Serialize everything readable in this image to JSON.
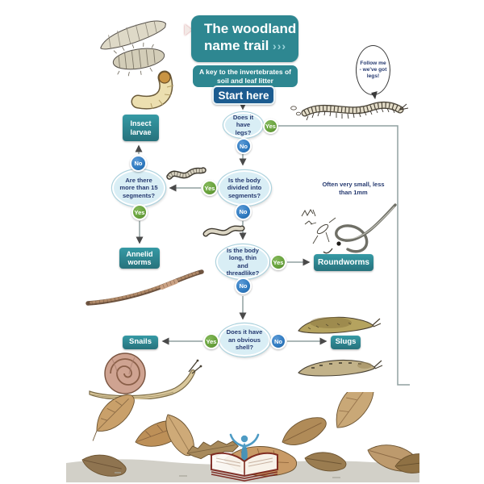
{
  "header": {
    "title_line1": "The woodland",
    "title_line2": "name trail",
    "chevrons": "›››",
    "subtitle": "A key to the invertebrates of soil and leaf litter",
    "start_label": "Start here"
  },
  "questions": {
    "has_legs": "Does it have legs?",
    "divided_into_segments": "Is the body divided into segments?",
    "more_than_15_segments": "Are there more than 15 segments?",
    "long_thin_threadlike": "Is the body long, thin and threadlike?",
    "obvious_shell": "Does it have an obvious shell?"
  },
  "answers": {
    "yes": "Yes",
    "no": "No"
  },
  "results": {
    "insect_larvae": "Insect larvae",
    "annelid_worms": "Annelid worms",
    "roundworms": "Roundworms",
    "snails": "Snails",
    "slugs": "Slugs"
  },
  "notes": {
    "roundworm_size": "Often very small, less than 1mm",
    "speech_bubble": "Follow me - we've got legs!"
  },
  "colors": {
    "teal": "#2e8791",
    "start_blue": "#1c5c90",
    "yes_green": "#67a13b",
    "no_blue": "#2f7ac0",
    "oval_fill": "#d9eef5",
    "text_navy": "#263a70",
    "line_gray": "#90a0a0"
  }
}
